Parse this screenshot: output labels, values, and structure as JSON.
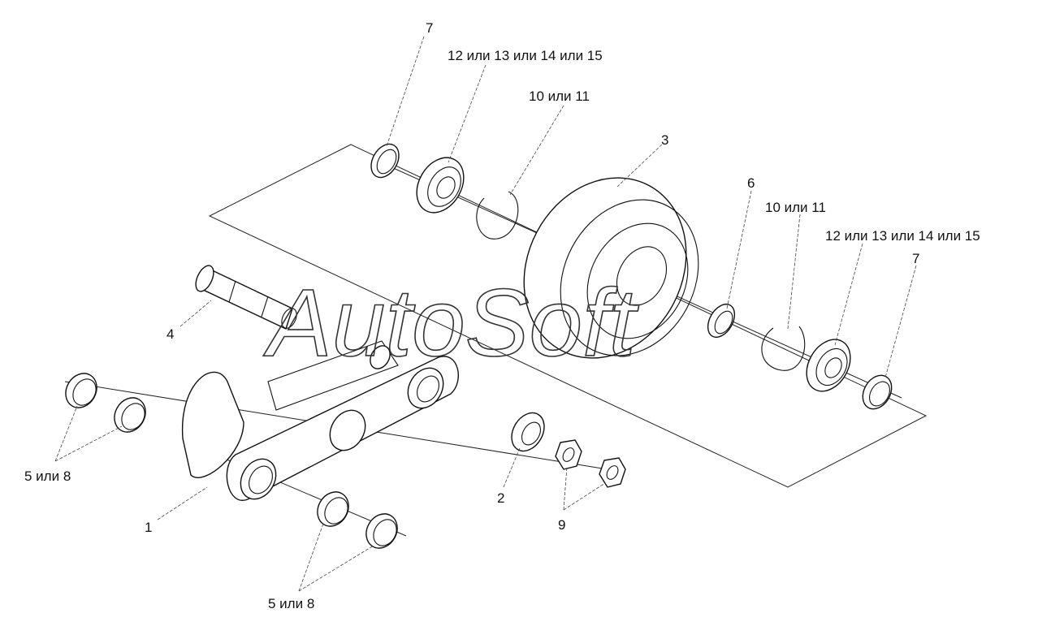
{
  "labels": {
    "l7_top": "7",
    "l12_top": "12 или 13 или 14 или 15",
    "l10_top": "10 или 11",
    "l3": "3",
    "l6": "6",
    "l10_right": "10 или 11",
    "l12_right": "12 или 13 или 14 или 15",
    "l7_right": "7",
    "l4": "4",
    "l5_left": "5 или 8",
    "l1": "1",
    "l2": "2",
    "l9": "9",
    "l5_bottom": "5 или 8"
  },
  "watermark": "AutoSoft"
}
